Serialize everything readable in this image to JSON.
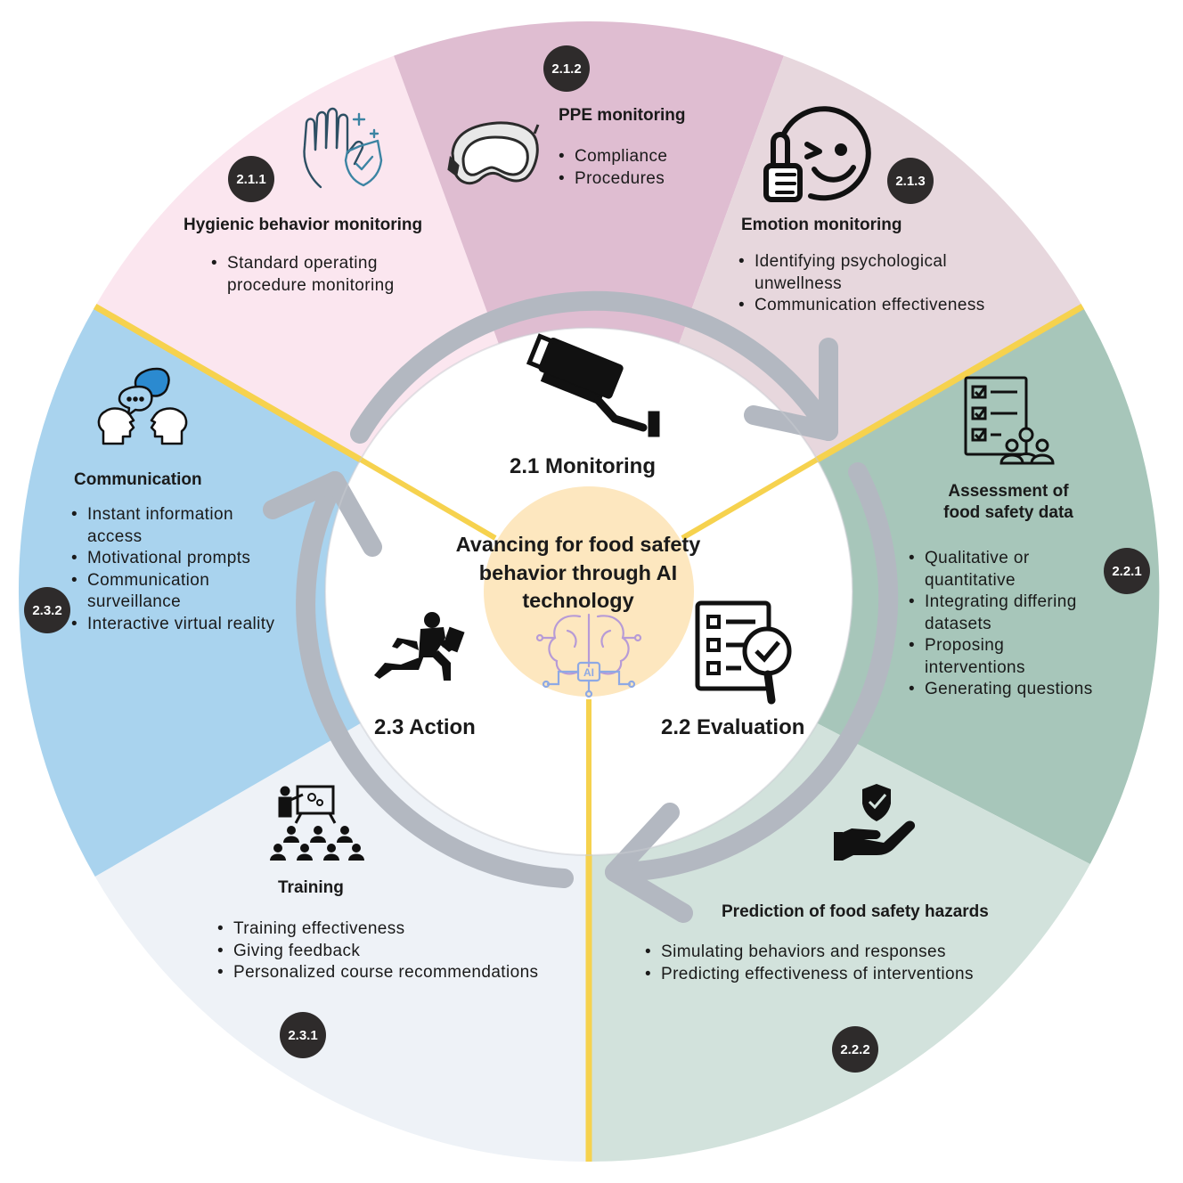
{
  "diagram": {
    "center_title": "Avancing for food safety behavior through AI technology",
    "center_icon": "ai-brain-circuit-icon",
    "stages": [
      {
        "number_label": "2.1 Monitoring",
        "icon": "cctv-camera-icon"
      },
      {
        "number_label": "2.2 Evaluation",
        "icon": "checklist-magnifier-icon"
      },
      {
        "number_label": "2.3 Action",
        "icon": "running-person-briefcase-icon"
      }
    ],
    "sectors": {
      "hygienic": {
        "badge": "2.1.1",
        "title": "Hygienic behavior monitoring",
        "icon": "hand-shield-sparkle-icon",
        "bullets": [
          "Standard operating procedure monitoring"
        ]
      },
      "ppe": {
        "badge": "2.1.2",
        "title": "PPE monitoring",
        "icon": "safety-goggles-icon",
        "bullets": [
          "Compliance",
          "Procedures"
        ]
      },
      "emotion": {
        "badge": "2.1.3",
        "title": "Emotion monitoring",
        "icon": "winking-face-thumbs-up-icon",
        "bullets": [
          "Identifying psychological unwellness",
          "Communication effectiveness"
        ]
      },
      "assessment": {
        "badge": "2.2.1",
        "title_lines": [
          "Assessment of",
          "food safety data"
        ],
        "icon": "checklist-group-icon",
        "bullets": [
          "Qualitative or quantitative",
          "Integrating differing datasets",
          "Proposing interventions",
          "Generating questions"
        ]
      },
      "prediction": {
        "badge": "2.2.2",
        "title": "Prediction of food safety hazards",
        "icon": "hand-shield-check-icon",
        "bullets": [
          "Simulating behaviors and responses",
          "Predicting effectiveness of interventions"
        ]
      },
      "training": {
        "badge": "2.3.1",
        "title": "Training",
        "icon": "presentation-audience-icon",
        "bullets": [
          "Training effectiveness",
          "Giving feedback",
          "Personalized course recommendations"
        ]
      },
      "communication": {
        "badge": "2.3.2",
        "title": "Communication",
        "icon": "two-heads-speech-bubbles-icon",
        "bullets": [
          "Instant information access",
          "Motivational prompts",
          "Communication surveillance",
          "Interactive virtual reality"
        ]
      }
    },
    "colors": {
      "hygienic": "#fbe6ef",
      "ppe": "#dfbdd1",
      "emotion": "#e7d7dd",
      "assessment": "#a7c6ba",
      "prediction": "#d2e2dc",
      "training": "#eef2f7",
      "communication": "#a9d3ee",
      "divider": "#f6d24e",
      "center_disc": "#fde7bf",
      "arrow": "#b3b8c1",
      "badge": "#2e2b2b"
    }
  }
}
